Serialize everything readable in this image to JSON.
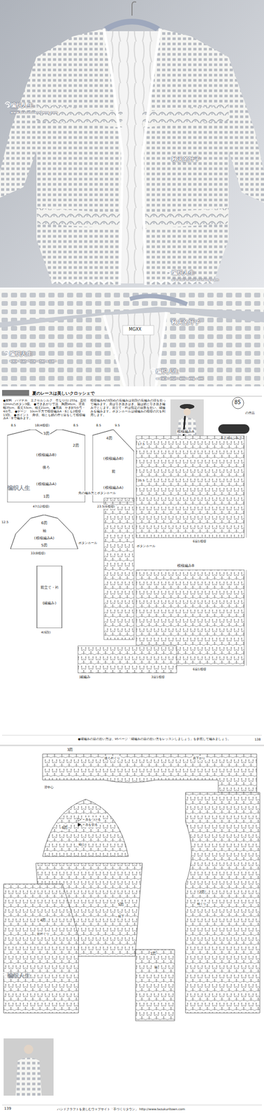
{
  "diagram": {
    "title": "夏のレースは美しいクロッシェで",
    "nodes": [
      {
        "text": [
          "3図",
          "2図",
          "(模様編みB)",
          "後ろ",
          "(模様編みA)",
          "1図"
        ]
      },
      {
        "text": [
          "4図",
          "(模様編みB)",
          "前",
          "(模様編みA)"
        ]
      },
      {
        "text": [
          "6図",
          "袖",
          "(模様編みA)",
          "5図"
        ]
      },
      {
        "text": [
          "前立て・衿",
          "(縁編み)"
        ]
      }
    ],
    "labels": [
      "编织人生",
      "www.bianzhirensheng.com",
      "秋天的叶子",
      "编织人生",
      "www.bianzhirensheng.com",
      "MGXX",
      "秋天的叶子",
      "编织人生",
      "www.bianzhirensheng.com",
      "编织人生",
      "www.bianzhirensheng.com",
      "●材料　ハマナカ　エクセルシルク　生なり(1) 255g、直径12mmのボタン3個。 ●できあがり寸法　胸囲96cm、背肩幅35cm、着丈53cm、袖丈21cm。 ●用具　かぎ針5/0号・4/0号。 ●ゲージ　10cm平方で模様編みA・Bとも2模様・13段。 ●ポイント　身頃、袖とも鎖の作り目をして模様編みA・Bで編みます。",
      "模様編みAの5段めの長編みは前段の長編みの頭を拾って編みます。肩は引き抜きはぎ、脇は鎖と引き抜き編みでとじます。前立て・衿は指定の目数を拾い、縁編みを編みます。ボタンホールは縁編みの模様の穴を利用します。",
      "エクセルシルク",
      "85",
      "の作品",
      "模様編みA",
      "6目1模様",
      "模様編みB",
      "6目1模様",
      "角の編み方とボタンホール",
      "ボタンホール",
      "ボタンホール",
      "縁編み",
      "3目1模様",
      "8.5",
      "18(4模様)",
      "8.5",
      "47(12模様)",
      "8.5",
      "9.5",
      "17.5",
      "35.5",
      "23.5(6模様)",
      "12.5",
      "33(8模様)",
      "4(6段)",
      "●縁編みの目の拾い方は、95ページ「縁編みの目の拾い方をレッスンしましょう」を参照して編みましょう。",
      "138",
      "编织人生",
      "3図",
      "後ろ衿ぐり",
      "肩下がり",
      "背中心",
      "6図",
      "袖山",
      "5図",
      "袖下",
      "4図",
      "前衿ぐり",
      "2図",
      "袖ぐり",
      "1図",
      "脇",
      "编织人生",
      "139",
      "ハンドクラフトを楽しむウェブサイト「手づくりタウン」 http://www.tezukuritown.com"
    ],
    "legend": [
      {
        "text": "＝糸をつける"
      },
      {
        "text": "＝糸を切る"
      }
    ]
  }
}
